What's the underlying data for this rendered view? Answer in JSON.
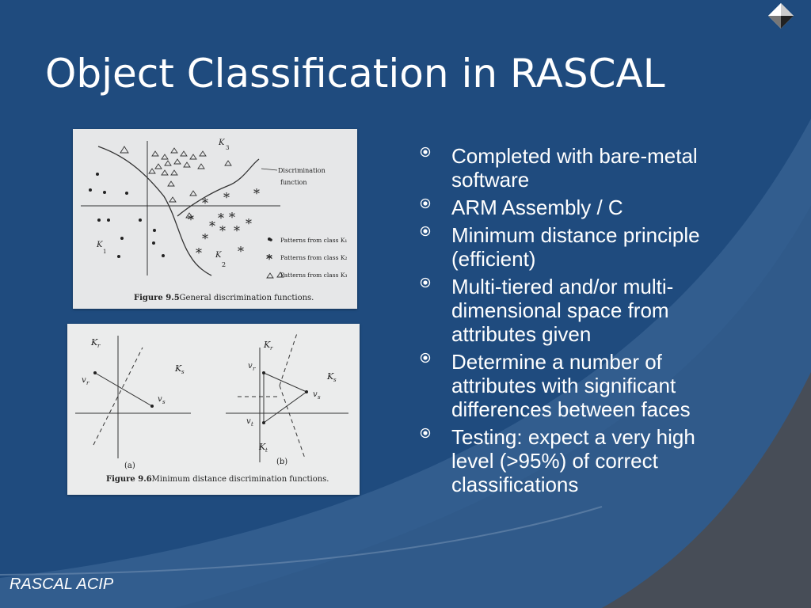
{
  "slide": {
    "title": "Object Classification in RASCAL",
    "footer": "RASCAL ACIP",
    "bullets": [
      "Completed with bare-metal software",
      "ARM Assembly / C",
      "Minimum distance principle (efficient)",
      "Multi-tiered and/or multi-dimensional space from attributes given",
      "Determine a number of attributes with significant differences between faces",
      "Testing: expect a very high level (>95%) of correct classifications"
    ]
  },
  "figure1": {
    "class_k3": "K",
    "class_k3_sub": "3",
    "class_k1": "K",
    "class_k1_sub": "1",
    "class_k2": "K",
    "class_k2_sub": "2",
    "discrimination_label_1": "Discrimination",
    "discrimination_label_2": "function",
    "legend": [
      "Patterns from class K₁",
      "Patterns from class K₂",
      "Patterns from class K₃"
    ],
    "caption_bold": "Figure 9.5",
    "caption_text": ": General discrimination functions."
  },
  "figure2": {
    "kr_a": "K",
    "ks_a": "K",
    "vr_a": "v",
    "vs_a": "v",
    "label_a": "(a)",
    "kr_b": "K",
    "ks_b": "K",
    "kt_b": "K",
    "vr_b": "v",
    "vs_b": "v",
    "vt_b": "v",
    "label_b": "(b)",
    "sub_r": "r",
    "sub_s": "s",
    "sub_t": "t",
    "caption_bold": "Figure 9.6",
    "caption_text": ": Minimum distance discrimination functions."
  },
  "colors": {
    "background": "#1f4b7e",
    "swoosh": "#3a6595",
    "panel_gray": "#454b55",
    "text": "#ffffff"
  },
  "icons": {
    "nav": "nav-diamond-icon",
    "bullet": "target-bullet-icon"
  }
}
